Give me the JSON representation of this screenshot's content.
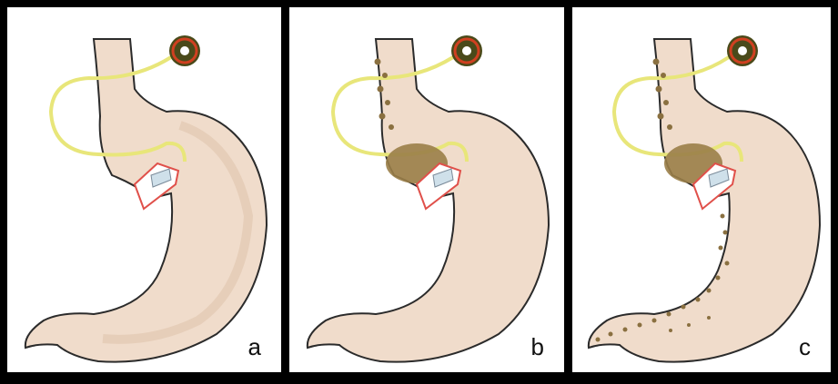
{
  "panels": [
    {
      "label": "a",
      "food_in_esophagus": false,
      "food_in_pouch": false,
      "food_in_stomach": false
    },
    {
      "label": "b",
      "food_in_esophagus": true,
      "food_in_pouch": true,
      "food_in_stomach": false
    },
    {
      "label": "c",
      "food_in_esophagus": true,
      "food_in_pouch": true,
      "food_in_stomach": true
    }
  ],
  "colors": {
    "background": "#000000",
    "panel": "#ffffff",
    "stomach_fill": "#f0dccb",
    "stomach_outline": "#2b2b2b",
    "band_tube": "#e8e67a",
    "port_outer": "#4a4a1a",
    "port_ring": "#d04020",
    "band_ring": "#e0504a",
    "food": "#8a7040"
  }
}
